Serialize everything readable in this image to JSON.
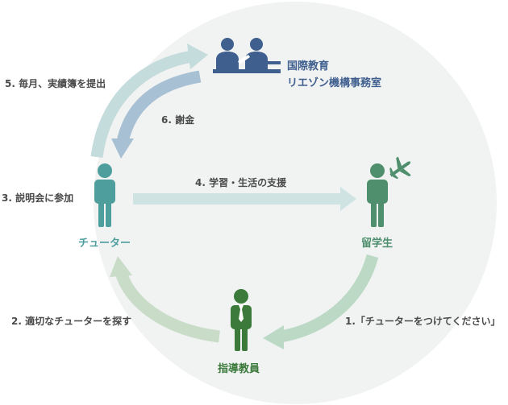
{
  "nodes": {
    "office": {
      "line1": "国際教育",
      "line2": "リエゾン機構事務室"
    },
    "tutor": {
      "label": "チューター"
    },
    "student": {
      "label": "留学生"
    },
    "advisor": {
      "label": "指導教員"
    }
  },
  "steps": {
    "s1": "1.「チューターをつけてください」",
    "s2": "2. 適切なチューターを探す",
    "s3": "3. 説明会に参加",
    "s4": "4. 学習・生活の支援",
    "s5": "5. 毎月、実績簿を提出",
    "s6": "6. 謝金"
  },
  "colors": {
    "background_circle": "#f1f3f2",
    "office_blue": "#3f5f8f",
    "tutor_teal": "#4e9e9e",
    "student_green": "#4f8f6d",
    "advisor_green": "#3b7a3b",
    "arrow_office_tutor": "#a8c0d4",
    "arrow_tutor_office": "#c5dcdc",
    "arrow_tutor_student": "#cfe3e3",
    "arrow_student_advisor": "#bcd9c6",
    "arrow_advisor_tutor": "#c8dcc8"
  }
}
